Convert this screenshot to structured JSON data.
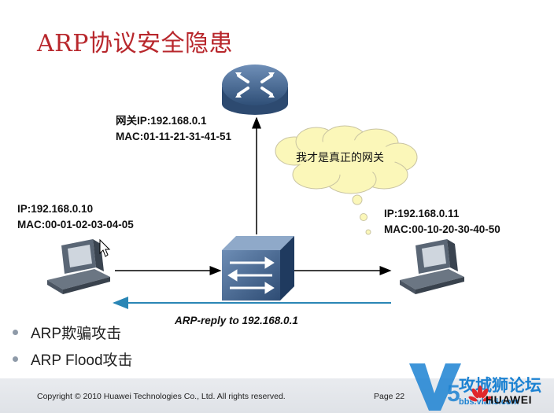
{
  "slide": {
    "title": "ARP协议安全隐患",
    "gateway": {
      "ip": "网关IP:192.168.0.1",
      "mac": "MAC:01-11-21-31-41-51"
    },
    "host_left": {
      "ip": "IP:192.168.0.10",
      "mac": "MAC:00-01-02-03-04-05"
    },
    "host_right": {
      "ip": "IP:192.168.0.11",
      "mac": "MAC:00-10-20-30-40-50"
    },
    "thought_bubble": "我才是真正的网关",
    "arp_reply": "ARP-reply to 192.168.0.1",
    "bullets": [
      "ARP欺骗攻击",
      "ARP Flood攻击"
    ]
  },
  "footer": {
    "copyright": "Copyright © 2010 Huawei Technologies Co., Ltd. All rights reserved.",
    "page": "Page 22",
    "brand": "HUAWEI"
  },
  "watermark": {
    "text": "攻城狮论坛",
    "url": "bbs.vlan5.com"
  },
  "colors": {
    "title": "#b8272c",
    "reply_arrow": "#2a86b5",
    "watermark": "#1c82d2",
    "router": "#3f5f86"
  }
}
